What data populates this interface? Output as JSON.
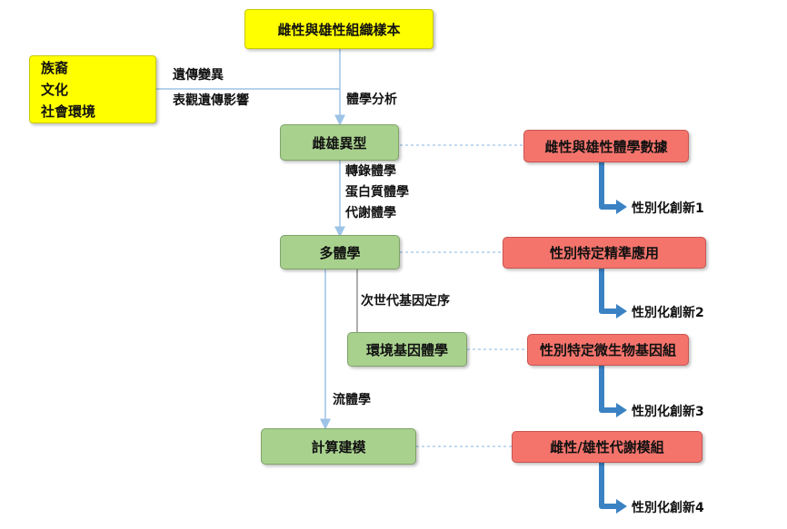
{
  "colors": {
    "yellow": "#ffff00",
    "green": "#a9d18e",
    "red": "#f4746c",
    "connector": "#9dc3e6",
    "arrow": "#3b82c4"
  },
  "top_box": {
    "label": "雌性與雄性組織樣本"
  },
  "side_box": {
    "lines": [
      "族裔",
      "文化",
      "社會環境"
    ]
  },
  "side_labels": [
    "遺傳變異",
    "表觀遺傳影響"
  ],
  "analysis_label": "體學分析",
  "dimorphism_box": {
    "label": "雌雄異型"
  },
  "omics_labels": [
    "轉錄體學",
    "蛋白質體學",
    "代謝體學"
  ],
  "multiomics_box": {
    "label": "多體學"
  },
  "ngs_label": "次世代基因定序",
  "envgenome_box": {
    "label": "環境基因體學"
  },
  "flow_label": "流體學",
  "modeling_box": {
    "label": "計算建模"
  },
  "results": [
    {
      "label": "雌性與雄性體學數據",
      "innovation": "性別化創新1"
    },
    {
      "label": "性別特定精準應用",
      "innovation": "性別化創新2"
    },
    {
      "label": "性別特定微生物基因組",
      "innovation": "性別化創新3"
    },
    {
      "label": "雌性/雄性代謝模組",
      "innovation": "性別化創新4"
    }
  ]
}
